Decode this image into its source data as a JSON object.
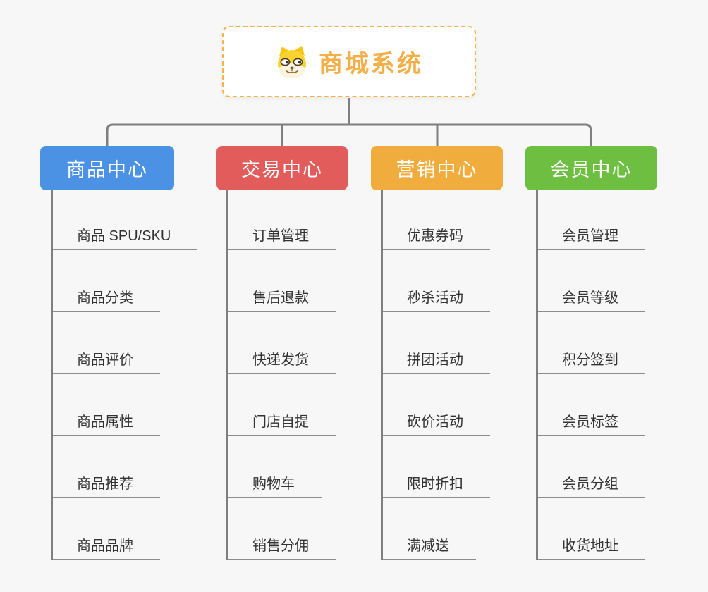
{
  "root": {
    "title": "商城系统",
    "icon": "doge-icon",
    "accent_color": "#F5AF49"
  },
  "connector_color": "#7F7F7F",
  "branches": [
    {
      "label": "商品中心",
      "color": "#4B92E5",
      "items": [
        "商品 SPU/SKU",
        "商品分类",
        "商品评价",
        "商品属性",
        "商品推荐",
        "商品品牌"
      ]
    },
    {
      "label": "交易中心",
      "color": "#E25C5C",
      "items": [
        "订单管理",
        "售后退款",
        "快递发货",
        "门店自提",
        "购物车",
        "销售分佣"
      ]
    },
    {
      "label": "营销中心",
      "color": "#F0AC3C",
      "items": [
        "优惠券码",
        "秒杀活动",
        "拼团活动",
        "砍价活动",
        "限时折扣",
        "满减送"
      ]
    },
    {
      "label": "会员中心",
      "color": "#6DBE41",
      "items": [
        "会员管理",
        "会员等级",
        "积分签到",
        "会员标签",
        "会员分组",
        "收货地址"
      ]
    }
  ]
}
